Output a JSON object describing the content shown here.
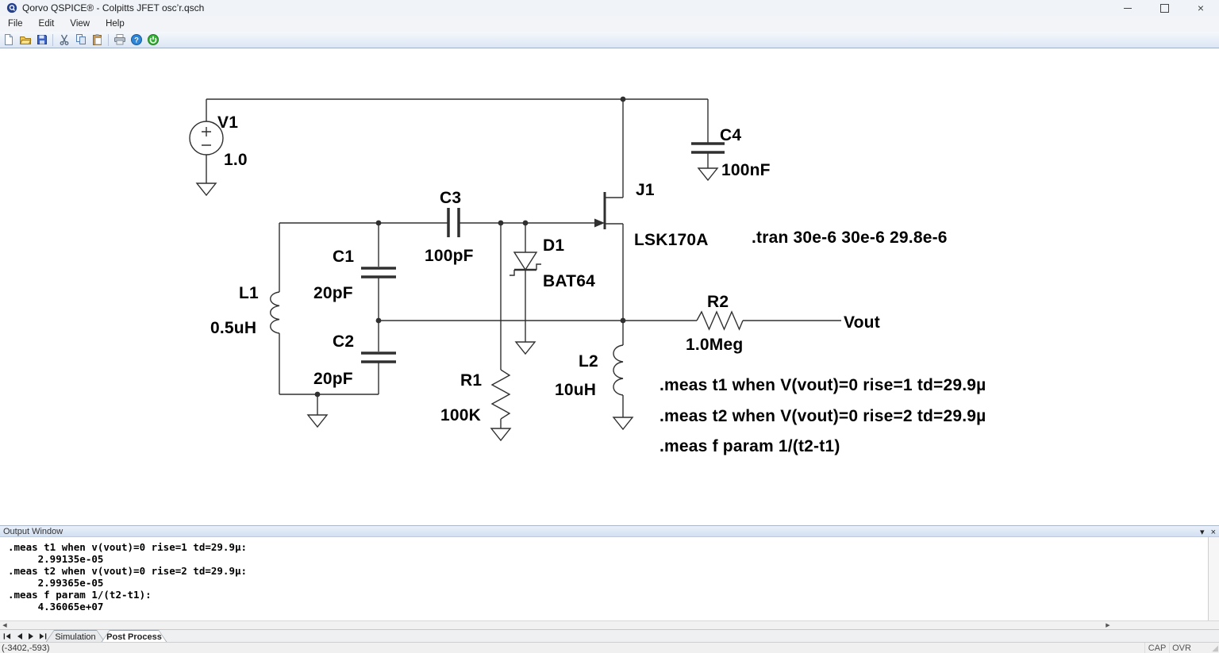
{
  "window": {
    "title": "Qorvo QSPICE® - Colpitts JFET osc’r.qsch",
    "logo_icon": "qspice-logo-icon"
  },
  "menu": {
    "items": [
      "File",
      "Edit",
      "View",
      "Help"
    ]
  },
  "toolbar": {
    "icons": [
      "new-file",
      "open-file",
      "save-file",
      "cut",
      "copy",
      "paste",
      "print",
      "help",
      "run"
    ]
  },
  "schematic": {
    "components": {
      "V1": {
        "name": "V1",
        "value": "1.0"
      },
      "C1": {
        "name": "C1",
        "value": "20pF"
      },
      "C2": {
        "name": "C2",
        "value": "20pF"
      },
      "C3": {
        "name": "C3",
        "value": "100pF"
      },
      "C4": {
        "name": "C4",
        "value": "100nF"
      },
      "L1": {
        "name": "L1",
        "value": "0.5uH"
      },
      "L2": {
        "name": "L2",
        "value": "10uH"
      },
      "R1": {
        "name": "R1",
        "value": "100K"
      },
      "R2": {
        "name": "R2",
        "value": "1.0Meg"
      },
      "D1": {
        "name": "D1",
        "value": "BAT64"
      },
      "J1": {
        "name": "J1",
        "value": "LSK170A"
      }
    },
    "net_labels": {
      "vout": "Vout"
    },
    "directives": {
      "tran": ".tran 30e-6 30e-6 29.8e-6",
      "meas_t1": ".meas t1 when V(vout)=0 rise=1 td=29.9µ",
      "meas_t2": ".meas t2 when V(vout)=0 rise=2 td=29.9µ",
      "meas_f": ".meas f param 1/(t2-t1)"
    }
  },
  "output_window": {
    "title": "Output Window",
    "lines": [
      ".meas t1 when v(vout)=0 rise=1 td=29.9µ:",
      "     2.99135e-05",
      ".meas t2 when v(vout)=0 rise=2 td=29.9µ:",
      "     2.99365e-05",
      ".meas f param 1/(t2-t1):",
      "     4.36065e+07"
    ]
  },
  "tabs": [
    {
      "label": "Simulation",
      "active": false
    },
    {
      "label": "Post Process",
      "active": true
    }
  ],
  "status_bar": {
    "coordinates": "(-3402,-593)",
    "cap": "CAP",
    "ovr": "OVR"
  }
}
